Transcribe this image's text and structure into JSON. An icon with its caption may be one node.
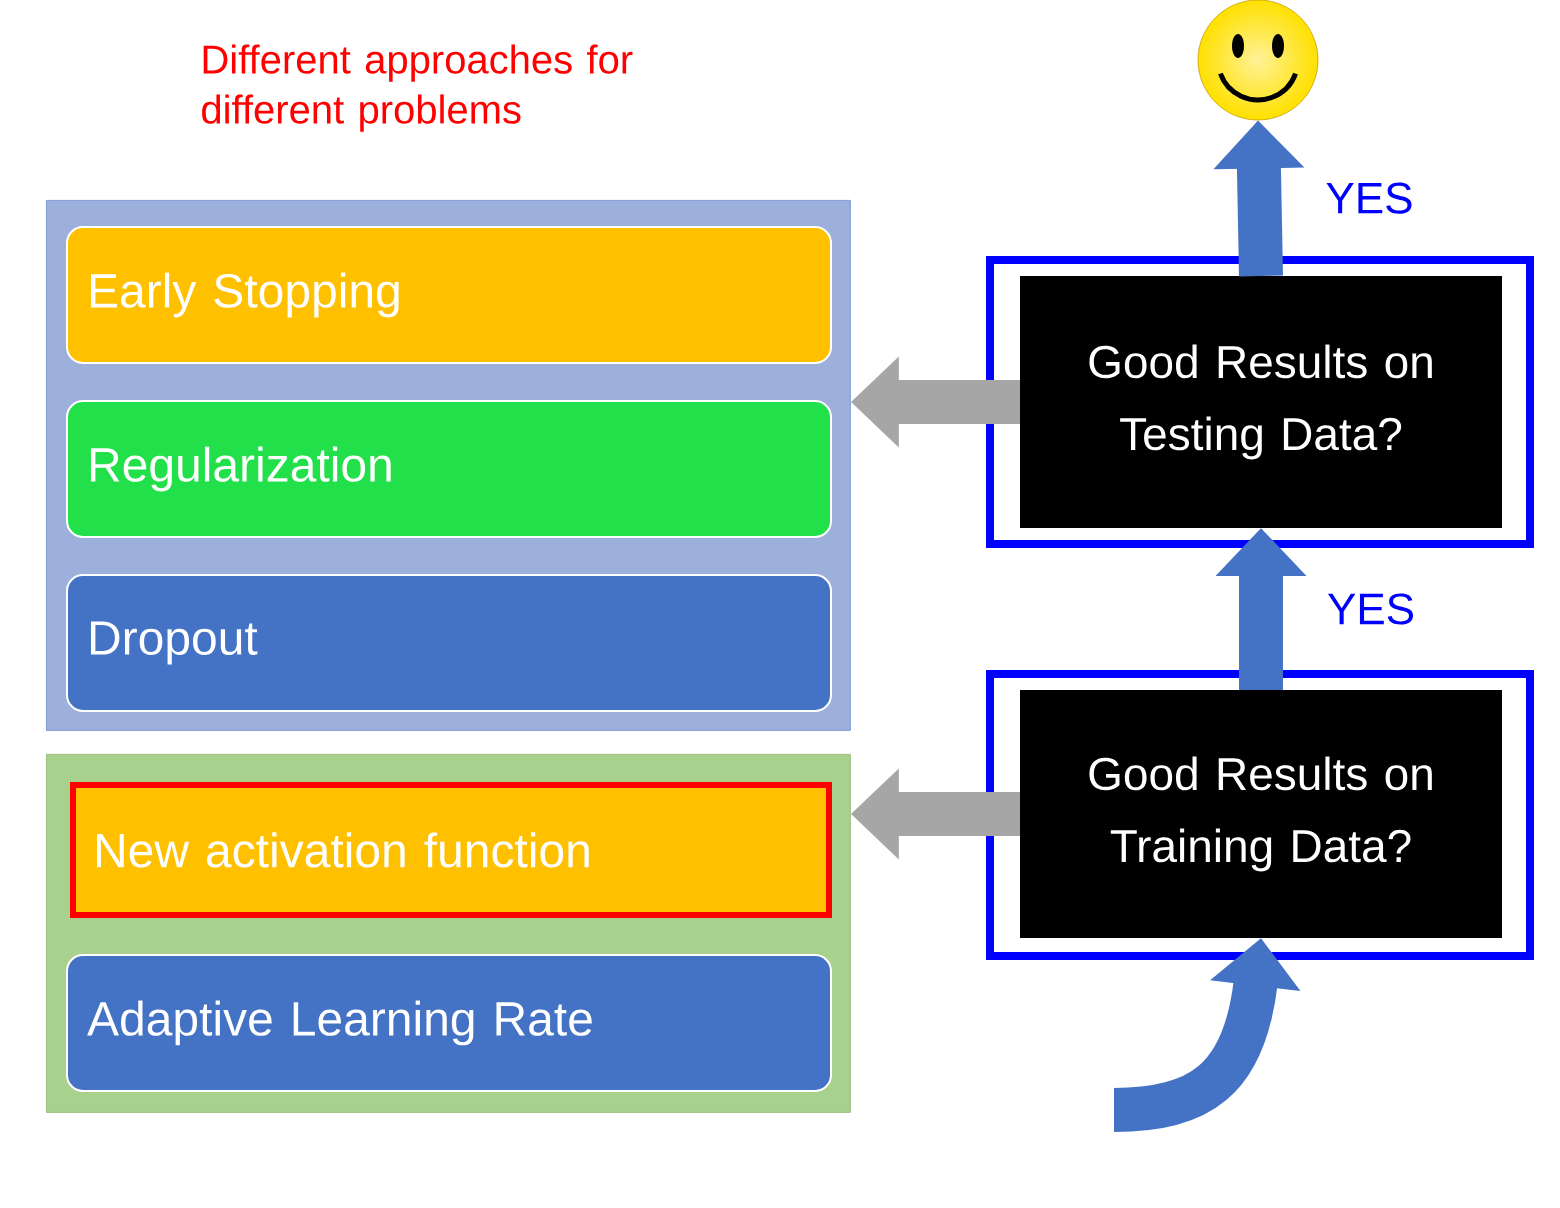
{
  "diagram": {
    "nodes": [
      {
        "text": [],
        "shape": "box"
      },
      {
        "text": [
          "Early Stopping"
        ],
        "in": 0
      },
      {
        "text": [
          "Regularization"
        ],
        "in": 0
      },
      {
        "text": [
          "Dropout"
        ],
        "in": 0
      },
      {
        "text": [],
        "shape": "box"
      },
      {
        "text": [
          "New activation function"
        ],
        "in": 4
      },
      {
        "text": [
          "Adaptive Learning Rate"
        ],
        "in": 4
      },
      {
        "text": [
          "Good Results on Testing Data?"
        ]
      },
      {
        "text": [
          "Good Results on Training Data?"
        ]
      },
      {
        "text": [],
        "shape": "circle"
      }
    ],
    "edges": [
      {
        "from": 7,
        "to": 9,
        "arrow": "to",
        "label": "YES"
      },
      {
        "from": 8,
        "to": 7,
        "arrow": "to",
        "label": "YES"
      },
      {
        "from": 7,
        "to": 0,
        "arrow": "to",
        "color": "#a6a6a6"
      },
      {
        "from": 8,
        "to": 4,
        "arrow": "to",
        "color": "#a6a6a6"
      },
      {
        "from": null,
        "to": 8,
        "arrow": "to"
      }
    ],
    "labels": [
      "Different approaches for different problems"
    ]
  }
}
